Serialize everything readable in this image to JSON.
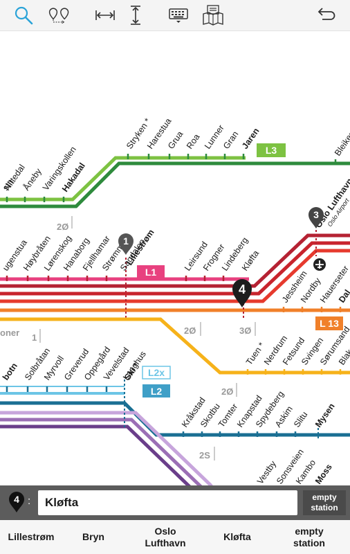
{
  "toolbar": {
    "icons": [
      "search-icon",
      "route-pins-icon",
      "fit-width-icon",
      "fit-height-icon",
      "keyboard-icon",
      "map-document-icon",
      "back-arrow-icon"
    ]
  },
  "colors": {
    "L3": "#7dc242",
    "L3_dark": "#2e8b3d",
    "L1": "#e8417f",
    "L1_dark": "#b52233",
    "L13": "#f0802a",
    "yellow": "#f6b21a",
    "L2x": "#6cc5e6",
    "L2": "#3f9fc7",
    "L2_dark": "#1a6f93",
    "purple": "#9b6fb5",
    "purple_dark": "#6a3e8a",
    "pin": "#222222"
  },
  "lines": {
    "L3": "L3",
    "L1": "L1",
    "L13": "L 13",
    "L2x": "L2x",
    "L2": "L2"
  },
  "stations": {
    "l3_left": [
      "stn",
      "Nittedal",
      "Åneby",
      "Varingskollen",
      "Hakadal"
    ],
    "l3_right": [
      "Stryken *",
      "Harestua",
      "Grua",
      "Roa",
      "Lunner",
      "Gran",
      "Jaren"
    ],
    "l3_far": "Bleiker",
    "l1_row": [
      "ugenstua",
      "Høybråten",
      "Lørenskog",
      "Hanaborg",
      "Fjellhamar",
      "Strømmen",
      "Sagdalen",
      "Lillestrøm"
    ],
    "l1_mid": [
      "Leirsund",
      "Frogner",
      "Lindeberg",
      "Kløfta"
    ],
    "l13_row": [
      "Jessheim",
      "Nordby",
      "Hauerseter",
      "Dal"
    ],
    "airport": "Oslo Lufthavn",
    "airport_sub": "Oslo Airport",
    "yellow_left": "oner",
    "yellow_right": [
      "Tuen *",
      "Nerdrum",
      "Fetsund",
      "Svingen",
      "Sørumsand",
      "Blaker"
    ],
    "l2_row": [
      "botn",
      "Solbråtan",
      "Myrvoll",
      "Greverud",
      "Oppegård",
      "Vevelstad",
      "Langhus",
      "Ski *"
    ],
    "l2_right": [
      "Kråkstad",
      "Skotbu",
      "Tomter",
      "Knapstad",
      "Spydeberg",
      "Askim",
      "Slitu",
      "Mysen"
    ],
    "purple_row": [
      "Vestby",
      "Sonsveien",
      "Kambo",
      "Moss"
    ]
  },
  "zones": {
    "z1": "2Ø",
    "z2": "1",
    "z3": "2Ø",
    "z4": "3Ø",
    "z5": "2Ø",
    "z6": "2S"
  },
  "pins": {
    "p1": "1",
    "p3": "3",
    "p4": "4"
  },
  "selection": {
    "number": "4",
    "colon": ":",
    "station": "Kløfta",
    "empty_label_1": "empty",
    "empty_label_2": "station"
  },
  "tabs": [
    {
      "label": "Lillestrøm"
    },
    {
      "label": "Bryn"
    },
    {
      "label": "Oslo Lufthavn"
    },
    {
      "label": "Kløfta"
    },
    {
      "label": "empty station"
    }
  ],
  "active_tab": 3
}
